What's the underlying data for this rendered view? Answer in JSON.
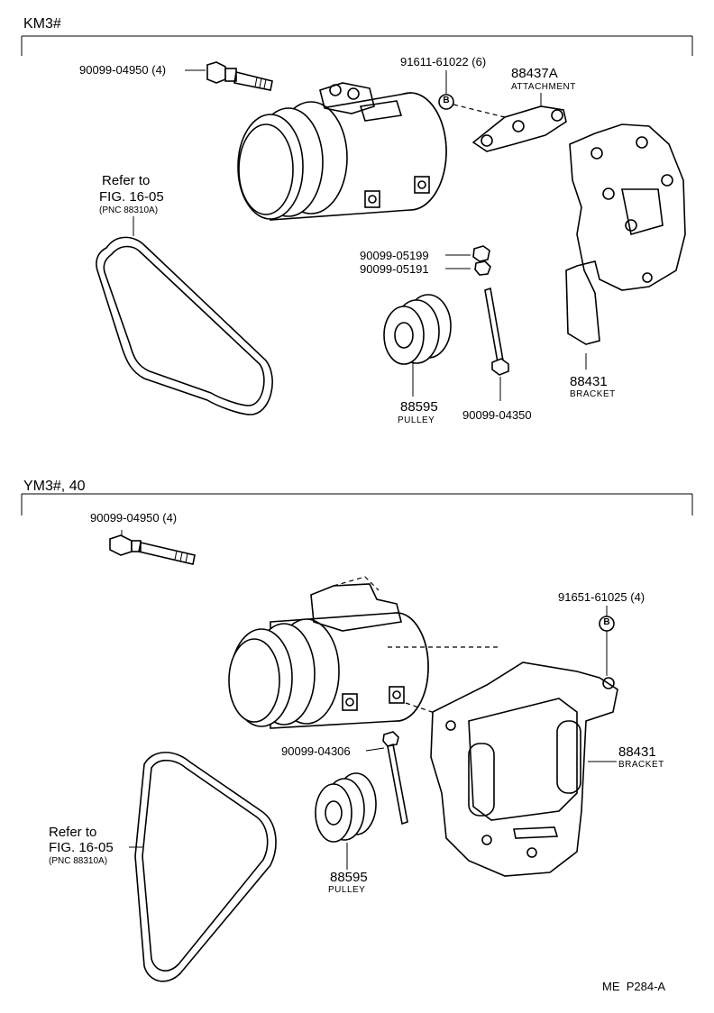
{
  "sections": [
    {
      "title": "KM3#",
      "bolt_top": "90099-04950 (4)",
      "bolt_b": "91611-61022 (6)",
      "attachment_no": "88437A",
      "attachment_name": "ATTACHMENT",
      "belt_ref_line1": "Refer to",
      "belt_ref_line2": "FIG. 16-05",
      "belt_ref_pnc": "(PNC 88310A)",
      "nut1": "90099-05199",
      "nut2": "90099-05191",
      "pulley_no": "88595",
      "pulley_name": "PULLEY",
      "bolt_long": "90099-04350",
      "bracket_no": "88431",
      "bracket_name": "BRACKET",
      "callout_b": "B"
    },
    {
      "title": "YM3#, 40",
      "bolt_top": "90099-04950 (4)",
      "bolt_b": "91651-61025 (4)",
      "bolt_stud": "90099-04306",
      "bracket_no": "88431",
      "bracket_name": "BRACKET",
      "belt_ref_line1": "Refer to",
      "belt_ref_line2": "FIG. 16-05",
      "belt_ref_pnc": "(PNC 88310A)",
      "pulley_no": "88595",
      "pulley_name": "PULLEY",
      "callout_b": "B"
    }
  ],
  "footer": "ME  P284-A"
}
